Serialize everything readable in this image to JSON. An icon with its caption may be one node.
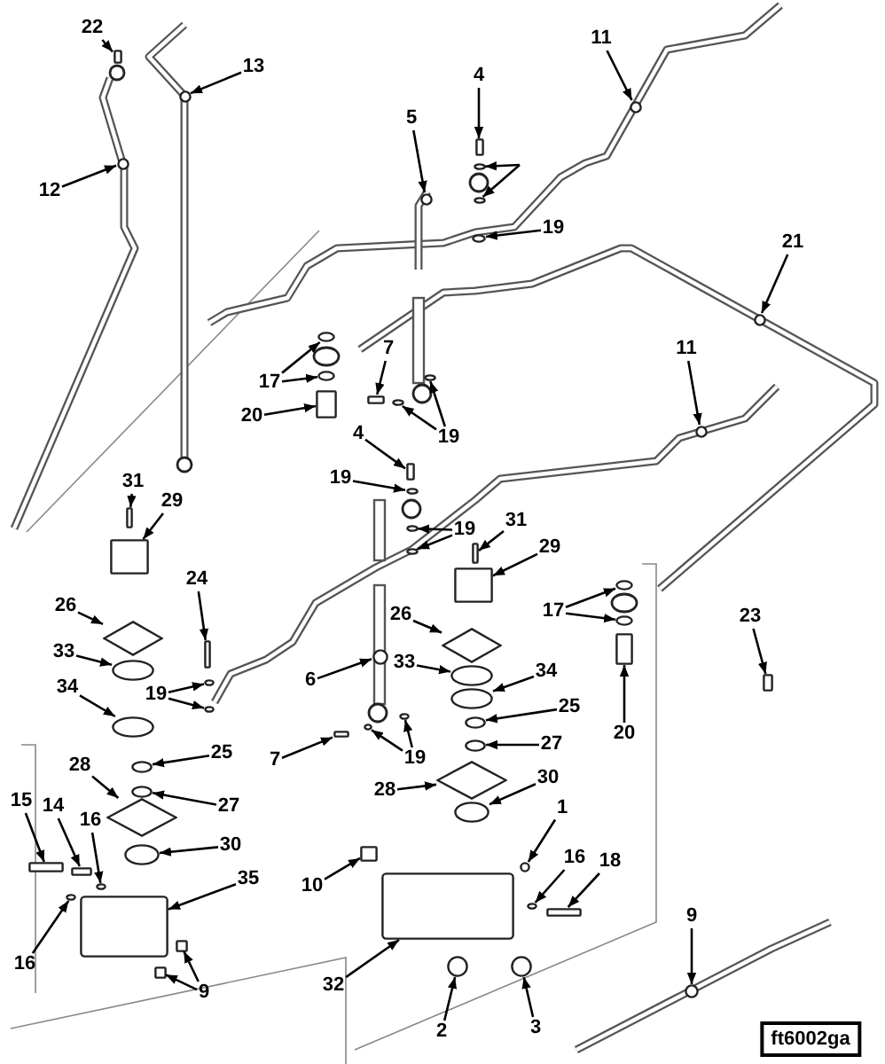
{
  "diagram": {
    "nodes": [
      {
        "text": [
          "22"
        ]
      },
      {
        "text": [
          "13"
        ]
      },
      {
        "text": [
          "12"
        ]
      },
      {
        "text": [
          "11"
        ]
      },
      {
        "text": [
          "4"
        ]
      },
      {
        "text": [
          "5"
        ]
      },
      {
        "text": [
          "19"
        ]
      },
      {
        "text": [
          "21"
        ]
      },
      {
        "text": [
          "17"
        ]
      },
      {
        "text": [
          "7"
        ]
      },
      {
        "text": [
          "19"
        ]
      },
      {
        "text": [
          "20"
        ]
      },
      {
        "text": [
          "11"
        ]
      },
      {
        "text": [
          "4"
        ]
      },
      {
        "text": [
          "19"
        ]
      },
      {
        "text": [
          "19"
        ]
      },
      {
        "text": [
          "31"
        ]
      },
      {
        "text": [
          "29"
        ]
      },
      {
        "text": [
          "31"
        ]
      },
      {
        "text": [
          "29"
        ]
      },
      {
        "text": [
          "24"
        ]
      },
      {
        "text": [
          "26"
        ]
      },
      {
        "text": [
          "26"
        ]
      },
      {
        "text": [
          "17"
        ]
      },
      {
        "text": [
          "23"
        ]
      },
      {
        "text": [
          "33"
        ]
      },
      {
        "text": [
          "33"
        ]
      },
      {
        "text": [
          "6"
        ]
      },
      {
        "text": [
          "34"
        ]
      },
      {
        "text": [
          "19"
        ]
      },
      {
        "text": [
          "34"
        ]
      },
      {
        "text": [
          "20"
        ]
      },
      {
        "text": [
          "25"
        ]
      },
      {
        "text": [
          "25"
        ]
      },
      {
        "text": [
          "7"
        ]
      },
      {
        "text": [
          "19"
        ]
      },
      {
        "text": [
          "27"
        ]
      },
      {
        "text": [
          "28"
        ]
      },
      {
        "text": [
          "27"
        ]
      },
      {
        "text": [
          "28"
        ]
      },
      {
        "text": [
          "30"
        ]
      },
      {
        "text": [
          "30"
        ]
      },
      {
        "text": [
          "15"
        ]
      },
      {
        "text": [
          "14"
        ]
      },
      {
        "text": [
          "16"
        ]
      },
      {
        "text": [
          "1"
        ]
      },
      {
        "text": [
          "35"
        ]
      },
      {
        "text": [
          "10"
        ]
      },
      {
        "text": [
          "16"
        ]
      },
      {
        "text": [
          "18"
        ]
      },
      {
        "text": [
          "16"
        ]
      },
      {
        "text": [
          "9"
        ]
      },
      {
        "text": [
          "32"
        ]
      },
      {
        "text": [
          "9"
        ]
      },
      {
        "text": [
          "2"
        ]
      },
      {
        "text": [
          "3"
        ]
      },
      {
        "text": [
          "ft6002ga"
        ]
      },
      {
        "text": [],
        "shape": "bolt"
      },
      {
        "text": [],
        "shape": "nut"
      },
      {
        "text": [],
        "shape": "nut"
      },
      {
        "text": [],
        "shape": "nut"
      },
      {
        "text": [],
        "shape": "bolt"
      },
      {
        "text": [],
        "shape": "nut"
      },
      {
        "text": [],
        "shape": "washer"
      },
      {
        "text": [],
        "shape": "nut"
      },
      {
        "text": [],
        "shape": "washer"
      },
      {
        "text": [],
        "shape": "washer"
      },
      {
        "text": [],
        "shape": "bolt"
      },
      {
        "text": [],
        "shape": "washer"
      },
      {
        "text": [],
        "shape": "washer"
      },
      {
        "text": [],
        "shape": "box"
      },
      {
        "text": [],
        "shape": "nut"
      },
      {
        "text": [],
        "shape": "bolt"
      },
      {
        "text": [],
        "shape": "washer"
      },
      {
        "text": [],
        "shape": "washer"
      },
      {
        "text": [],
        "shape": "washer"
      },
      {
        "text": [],
        "shape": "bolt"
      },
      {
        "text": [],
        "shape": "box"
      },
      {
        "text": [],
        "shape": "bolt"
      },
      {
        "text": [],
        "shape": "box"
      },
      {
        "text": [],
        "shape": "bolt"
      },
      {
        "text": [],
        "shape": "diamond"
      },
      {
        "text": [],
        "shape": "diamond"
      },
      {
        "text": [],
        "shape": "washer"
      },
      {
        "text": [],
        "shape": "washer"
      },
      {
        "text": [],
        "shape": "box"
      },
      {
        "text": [],
        "shape": "ring"
      },
      {
        "text": [],
        "shape": "ring"
      },
      {
        "text": [],
        "shape": "nut"
      },
      {
        "text": [],
        "shape": "ring"
      },
      {
        "text": [],
        "shape": "washer"
      },
      {
        "text": [],
        "shape": "washer"
      },
      {
        "text": [],
        "shape": "ring"
      },
      {
        "text": [],
        "shape": "box"
      },
      {
        "text": [],
        "shape": "washer"
      },
      {
        "text": [],
        "shape": "washer"
      },
      {
        "text": [],
        "shape": "bolt"
      },
      {
        "text": [],
        "shape": "washer"
      },
      {
        "text": [],
        "shape": "washer"
      },
      {
        "text": [],
        "shape": "washer"
      },
      {
        "text": [],
        "shape": "diamond"
      },
      {
        "text": [],
        "shape": "washer"
      },
      {
        "text": [],
        "shape": "diamond"
      },
      {
        "text": [],
        "shape": "ring"
      },
      {
        "text": [],
        "shape": "ring"
      },
      {
        "text": [],
        "shape": "bolt"
      },
      {
        "text": [],
        "shape": "bolt"
      },
      {
        "text": [],
        "shape": "washer"
      },
      {
        "text": [],
        "shape": "nut"
      },
      {
        "text": [],
        "shape": "block"
      },
      {
        "text": [],
        "shape": "box"
      },
      {
        "text": [],
        "shape": "washer"
      },
      {
        "text": [],
        "shape": "bolt"
      },
      {
        "text": [],
        "shape": "washer"
      },
      {
        "text": [],
        "shape": "plug"
      },
      {
        "text": [],
        "shape": "plug"
      },
      {
        "text": [],
        "shape": "block"
      },
      {
        "text": [],
        "shape": "nut"
      },
      {
        "text": [],
        "shape": "circle"
      },
      {
        "text": [],
        "shape": "circle"
      },
      {
        "text": [],
        "shape": "washer"
      },
      {
        "text": [],
        "shape": "washer"
      }
    ],
    "edges": [
      {
        "from": 0,
        "to": 57,
        "arrow": "to"
      },
      {
        "from": 1,
        "to": 58,
        "arrow": "to"
      },
      {
        "from": 2,
        "to": 59,
        "arrow": "to"
      },
      {
        "from": 3,
        "to": 60,
        "arrow": "to"
      },
      {
        "from": 4,
        "to": 61,
        "arrow": "to"
      },
      {
        "from": 5,
        "to": 62,
        "arrow": "to"
      },
      {
        "from": 6,
        "to": 63,
        "arrow": "to"
      },
      {
        "from": 7,
        "to": 64,
        "arrow": "to"
      },
      {
        "from": 8,
        "to": 65,
        "arrow": "to"
      },
      {
        "from": 8,
        "to": 66,
        "arrow": "to"
      },
      {
        "from": 9,
        "to": 67,
        "arrow": "to"
      },
      {
        "from": 10,
        "to": 68,
        "arrow": "to"
      },
      {
        "from": 10,
        "to": 69,
        "arrow": "to"
      },
      {
        "from": 11,
        "to": 70,
        "arrow": "to"
      },
      {
        "from": 12,
        "to": 71,
        "arrow": "to"
      },
      {
        "from": 13,
        "to": 72,
        "arrow": "to"
      },
      {
        "from": 14,
        "to": 73,
        "arrow": "to"
      },
      {
        "from": 15,
        "to": 74,
        "arrow": "to"
      },
      {
        "from": 15,
        "to": 75,
        "arrow": "to"
      },
      {
        "from": 16,
        "to": 76,
        "arrow": "to"
      },
      {
        "from": 17,
        "to": 77,
        "arrow": "to"
      },
      {
        "from": 18,
        "to": 78,
        "arrow": "to"
      },
      {
        "from": 19,
        "to": 79,
        "arrow": "to"
      },
      {
        "from": 20,
        "to": 80,
        "arrow": "to"
      },
      {
        "from": 21,
        "to": 81,
        "arrow": "to"
      },
      {
        "from": 22,
        "to": 82,
        "arrow": "to"
      },
      {
        "from": 23,
        "to": 83,
        "arrow": "to"
      },
      {
        "from": 23,
        "to": 84,
        "arrow": "to"
      },
      {
        "from": 24,
        "to": 85,
        "arrow": "to"
      },
      {
        "from": 25,
        "to": 86,
        "arrow": "to"
      },
      {
        "from": 26,
        "to": 87,
        "arrow": "to"
      },
      {
        "from": 27,
        "to": 88,
        "arrow": "to"
      },
      {
        "from": 28,
        "to": 89,
        "arrow": "to"
      },
      {
        "from": 29,
        "to": 90,
        "arrow": "to"
      },
      {
        "from": 29,
        "to": 91,
        "arrow": "to"
      },
      {
        "from": 30,
        "to": 92,
        "arrow": "to"
      },
      {
        "from": 31,
        "to": 93,
        "arrow": "to"
      },
      {
        "from": 32,
        "to": 94,
        "arrow": "to"
      },
      {
        "from": 33,
        "to": 95,
        "arrow": "to"
      },
      {
        "from": 34,
        "to": 96,
        "arrow": "to"
      },
      {
        "from": 35,
        "to": 97,
        "arrow": "to"
      },
      {
        "from": 35,
        "to": 98,
        "arrow": "to"
      },
      {
        "from": 36,
        "to": 99,
        "arrow": "to"
      },
      {
        "from": 37,
        "to": 100,
        "arrow": "to"
      },
      {
        "from": 38,
        "to": 101,
        "arrow": "to"
      },
      {
        "from": 39,
        "to": 102,
        "arrow": "to"
      },
      {
        "from": 40,
        "to": 103,
        "arrow": "to"
      },
      {
        "from": 41,
        "to": 104,
        "arrow": "to"
      },
      {
        "from": 42,
        "to": 105,
        "arrow": "to"
      },
      {
        "from": 43,
        "to": 106,
        "arrow": "to"
      },
      {
        "from": 44,
        "to": 107,
        "arrow": "to"
      },
      {
        "from": 45,
        "to": 108,
        "arrow": "to"
      },
      {
        "from": 46,
        "to": 109,
        "arrow": "to"
      },
      {
        "from": 47,
        "to": 110,
        "arrow": "to"
      },
      {
        "from": 48,
        "to": 111,
        "arrow": "to"
      },
      {
        "from": 49,
        "to": 112,
        "arrow": "to"
      },
      {
        "from": 50,
        "to": 113,
        "arrow": "to"
      },
      {
        "from": 51,
        "to": 114,
        "arrow": "to"
      },
      {
        "from": 51,
        "to": 115,
        "arrow": "to"
      },
      {
        "from": 52,
        "to": 116,
        "arrow": "to"
      },
      {
        "from": 53,
        "to": 117,
        "arrow": "to"
      },
      {
        "from": 54,
        "to": 118,
        "arrow": "to"
      },
      {
        "from": 55,
        "to": 119,
        "arrow": "to"
      },
      {
        "from": null,
        "to": 120,
        "arrow": "to"
      },
      {
        "from": null,
        "to": 121,
        "arrow": "to"
      }
    ]
  }
}
